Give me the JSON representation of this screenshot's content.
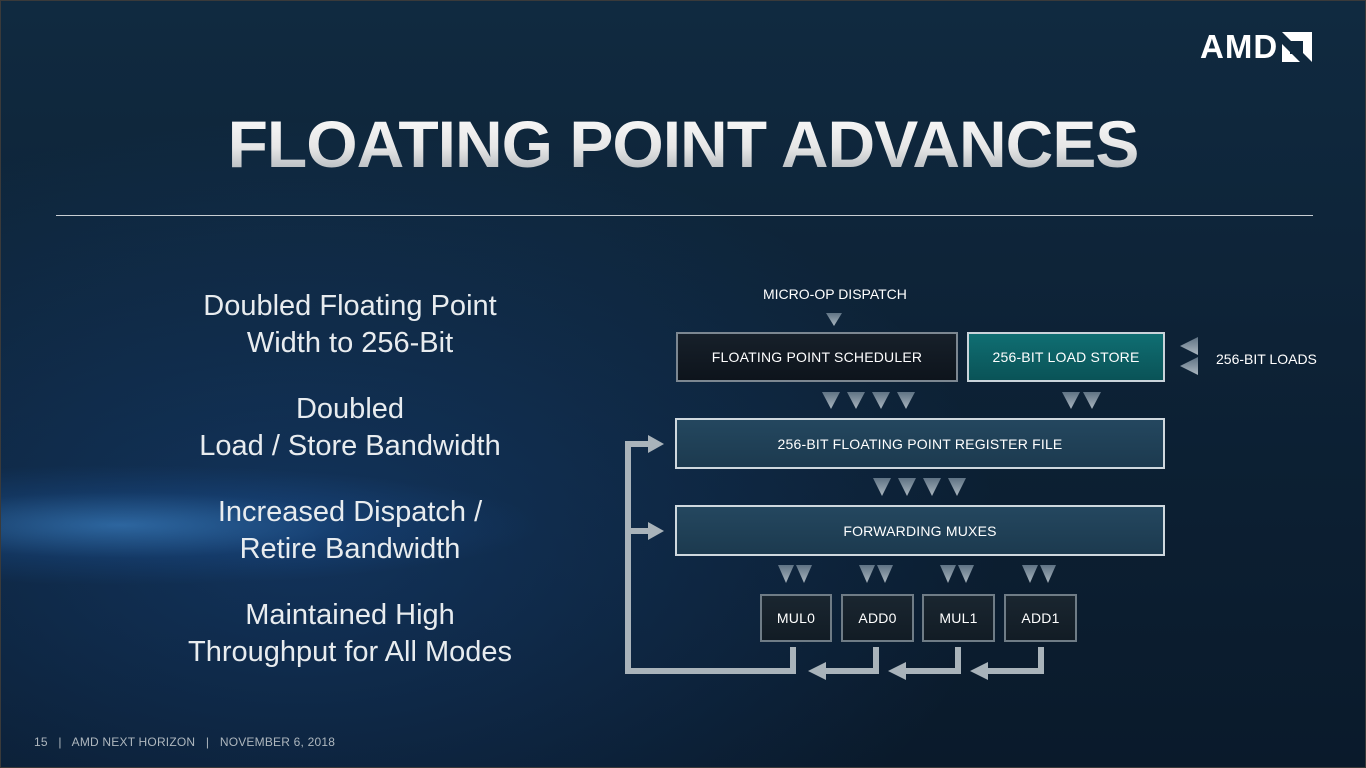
{
  "logo": {
    "text": "AMD"
  },
  "title": "FLOATING POINT ADVANCES",
  "bullets": [
    {
      "line1": "Doubled Floating Point",
      "line2": "Width to 256-Bit"
    },
    {
      "line1": "Doubled",
      "line2": "Load / Store Bandwidth"
    },
    {
      "line1": "Increased Dispatch /",
      "line2": "Retire Bandwidth"
    },
    {
      "line1": "Maintained High",
      "line2": "Throughput for All Modes"
    }
  ],
  "diagram": {
    "dispatch_label": "MICRO-OP DISPATCH",
    "scheduler": "FLOATING POINT SCHEDULER",
    "load_store": "256-BIT LOAD STORE",
    "loads_label": "256-BIT LOADS",
    "register_file": "256-BIT FLOATING POINT REGISTER FILE",
    "muxes": "FORWARDING MUXES",
    "units": [
      "MUL0",
      "ADD0",
      "MUL1",
      "ADD1"
    ]
  },
  "footer": {
    "page": "15",
    "event": "AMD NEXT HORIZON",
    "date": "NOVEMBER 6, 2018"
  },
  "colors": {
    "background": "#0d2236",
    "teal_box": "#0f6e72",
    "blue_box": "#24475f",
    "arrow": "#a9b3ba"
  }
}
